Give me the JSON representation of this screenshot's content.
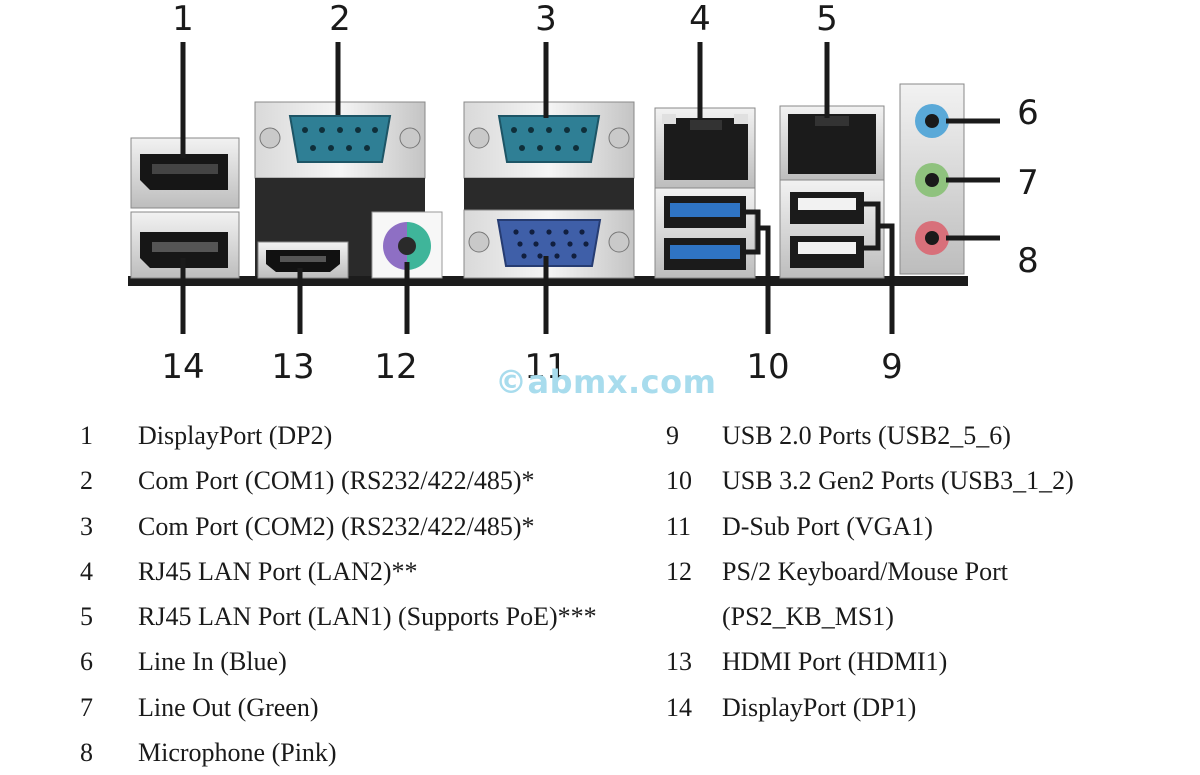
{
  "callouts": {
    "c1": "1",
    "c2": "2",
    "c3": "3",
    "c4": "4",
    "c5": "5",
    "c6": "6",
    "c7": "7",
    "c8": "8",
    "c9": "9",
    "c10": "10",
    "c11": "11",
    "c12": "12",
    "c13": "13",
    "c14": "14"
  },
  "watermark": "©abmx.com",
  "legend_left": [
    {
      "num": "1",
      "label": "DisplayPort (DP2)"
    },
    {
      "num": "2",
      "label": "Com Port (COM1) (RS232/422/485)*"
    },
    {
      "num": "3",
      "label": "Com Port (COM2) (RS232/422/485)*"
    },
    {
      "num": "4",
      "label": "RJ45 LAN Port (LAN2)**"
    },
    {
      "num": "5",
      "label": "RJ45 LAN Port (LAN1) (Supports PoE)***"
    },
    {
      "num": "6",
      "label": "Line In (Blue)"
    },
    {
      "num": "7",
      "label": "Line Out (Green)"
    },
    {
      "num": "8",
      "label": "Microphone (Pink)"
    }
  ],
  "legend_right": [
    {
      "num": "9",
      "label": "USB 2.0 Ports (USB2_5_6)"
    },
    {
      "num": "10",
      "label": "USB 3.2 Gen2 Ports (USB3_1_2)"
    },
    {
      "num": "11",
      "label": "D-Sub Port (VGA1)"
    },
    {
      "num": "12",
      "label": "PS/2 Keyboard/Mouse Port"
    },
    {
      "num": "",
      "label": "(PS2_KB_MS1)"
    },
    {
      "num": "13",
      "label": "HDMI Port (HDMI1)"
    },
    {
      "num": "14",
      "label": "DisplayPort (DP1)"
    }
  ],
  "colors": {
    "line_in": "#5aa9d8",
    "line_out": "#8fc27e",
    "mic": "#d8707a",
    "usb3": "#2f74c4",
    "ps2_purple": "#8e6fc4",
    "ps2_green": "#3fb59a",
    "serial_teal": "#2f7f95",
    "vga_blue": "#3f5fa8"
  }
}
